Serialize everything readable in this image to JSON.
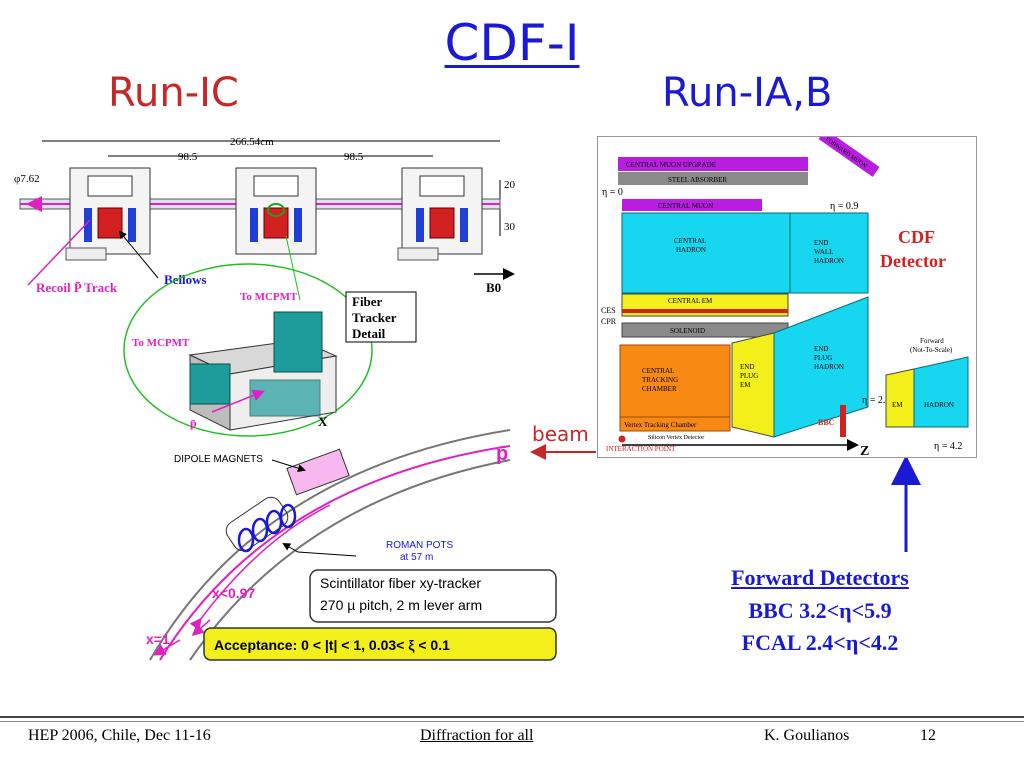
{
  "slide": {
    "title": "CDF-I",
    "subtitle_left": "Run-IC",
    "subtitle_right": "Run-IA,B"
  },
  "roman_pot_station": {
    "dim_total": "266.54cm",
    "dim_spacing_1": "98.5",
    "dim_spacing_2": "98.5",
    "dim_phi": "φ7.62",
    "dim_20": "20",
    "dim_30": "30",
    "label_recoil": "Recoil P̄ Track",
    "label_bellows": "Bellows",
    "label_b0": "B0",
    "label_mcpmt_1": "To MCPMT",
    "label_mcpmt_2": "To MCPMT",
    "label_fiber": [
      "Fiber",
      "Tracker",
      "Detail"
    ],
    "label_pbar_small": "p̄",
    "label_x": "X"
  },
  "beamline": {
    "label_dipole": "DIPOLE MAGNETS",
    "label_pbar": "p̄",
    "label_roman_pots": [
      "ROMAN POTS",
      "at 57 m"
    ],
    "label_x097": "x<0.97",
    "label_x1": "x=1",
    "tracker_line1": "Scintillator  fiber  xy-tracker",
    "tracker_line2": "270 µ  pitch, 2  m lever arm",
    "acceptance": "Acceptance:  0 < |t| < 1,    0.03< ξ  < 0.1"
  },
  "beam_label": "beam",
  "detector": {
    "central_muon_upgrade": "CENTRAL MUON UPGRADE",
    "steel_absorber": "STEEL ABSORBER",
    "eta0": "η = 0",
    "central_muon": "CENTRAL MUON",
    "eta09": "η = 0.9",
    "forward_muon": "FORWARD MUON",
    "central_hadron": [
      "CENTRAL",
      "HADRON"
    ],
    "end_wall_hadron": [
      "END",
      "WALL",
      "HADRON"
    ],
    "central_em": "CENTRAL EM",
    "ces": "CES",
    "cpr": "CPR",
    "solenoid": "SOLENOID",
    "central_tracking": [
      "CENTRAL",
      "TRACKING",
      "CHAMBER"
    ],
    "end_plug_em": [
      "END",
      "PLUG",
      "EM"
    ],
    "end_plug_hadron": [
      "END",
      "PLUG",
      "HADRON"
    ],
    "cdf_detector": [
      "CDF",
      "Detector"
    ],
    "forward": [
      "Forward",
      "(Not-To-Scale)"
    ],
    "eta24": "η = 2.4",
    "em": "EM",
    "hadron": "HADRON",
    "bbc": "BBC",
    "vertex": "Vertex Tracking Chamber",
    "silicon": "Silicon Vertex Detector",
    "interaction_point": "INTERACTION POINT",
    "z": "Z",
    "eta42": "η = 4.2"
  },
  "forward_detectors": {
    "title": "Forward Detectors",
    "line2": "BBC    3.2<η<5.9",
    "line3": "FCAL  2.4<η<4.2"
  },
  "footer": {
    "left": "HEP 2006, Chile, Dec 11-16",
    "center": "Diffraction for all",
    "author": "K. Goulianos",
    "page": "12"
  }
}
